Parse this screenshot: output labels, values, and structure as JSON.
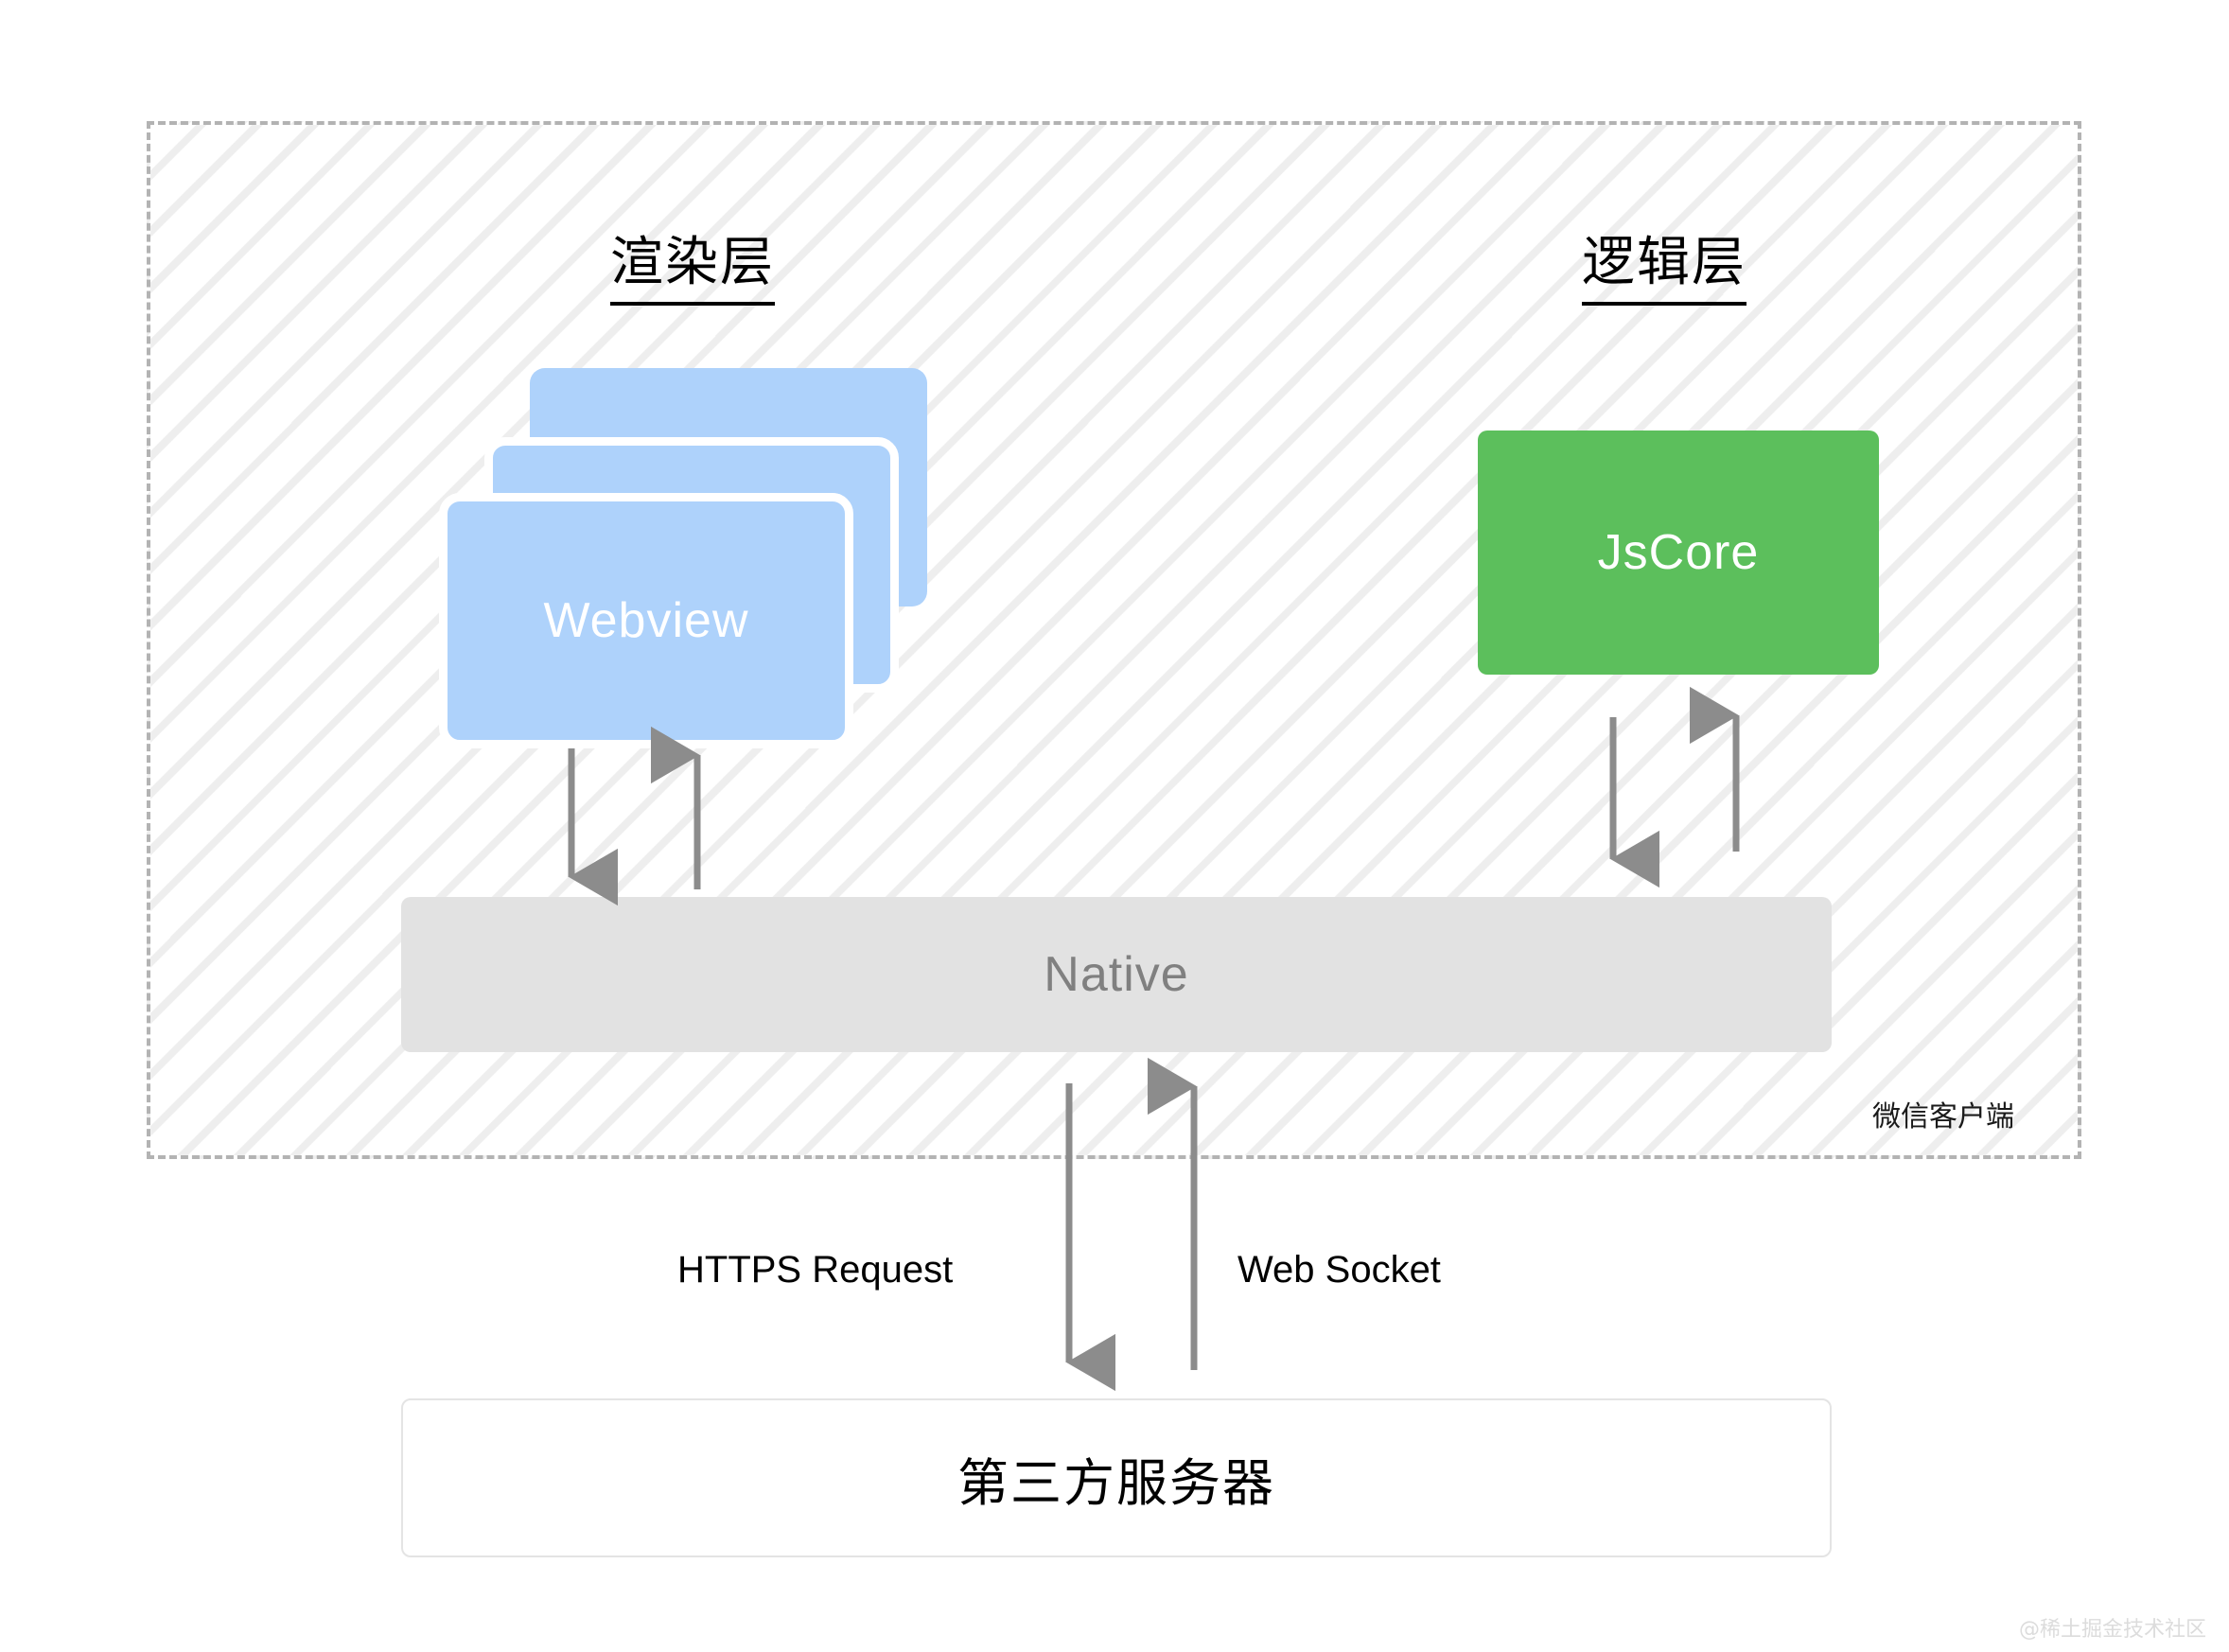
{
  "diagram": {
    "title_render_layer": "渲染层",
    "title_logic_layer": "逻辑层",
    "client_label": "微信客户端",
    "watermark": "@稀土掘金技术社区"
  },
  "nodes": {
    "webview": "Webview",
    "jscore": "JsCore",
    "native": "Native",
    "server": "第三方服务器"
  },
  "connections": {
    "https_request": "HTTPS Request",
    "web_socket": "Web Socket"
  },
  "colors": {
    "webview_blue": "#aed2fb",
    "jscore_green": "#5cbf5c",
    "native_gray": "#e2e2e2",
    "arrow_gray": "#8c8c8c",
    "dashed_border": "#b3b3b3",
    "text_white": "#ffffff",
    "native_text": "#808080",
    "watermark_gray": "#dcdcdc"
  }
}
